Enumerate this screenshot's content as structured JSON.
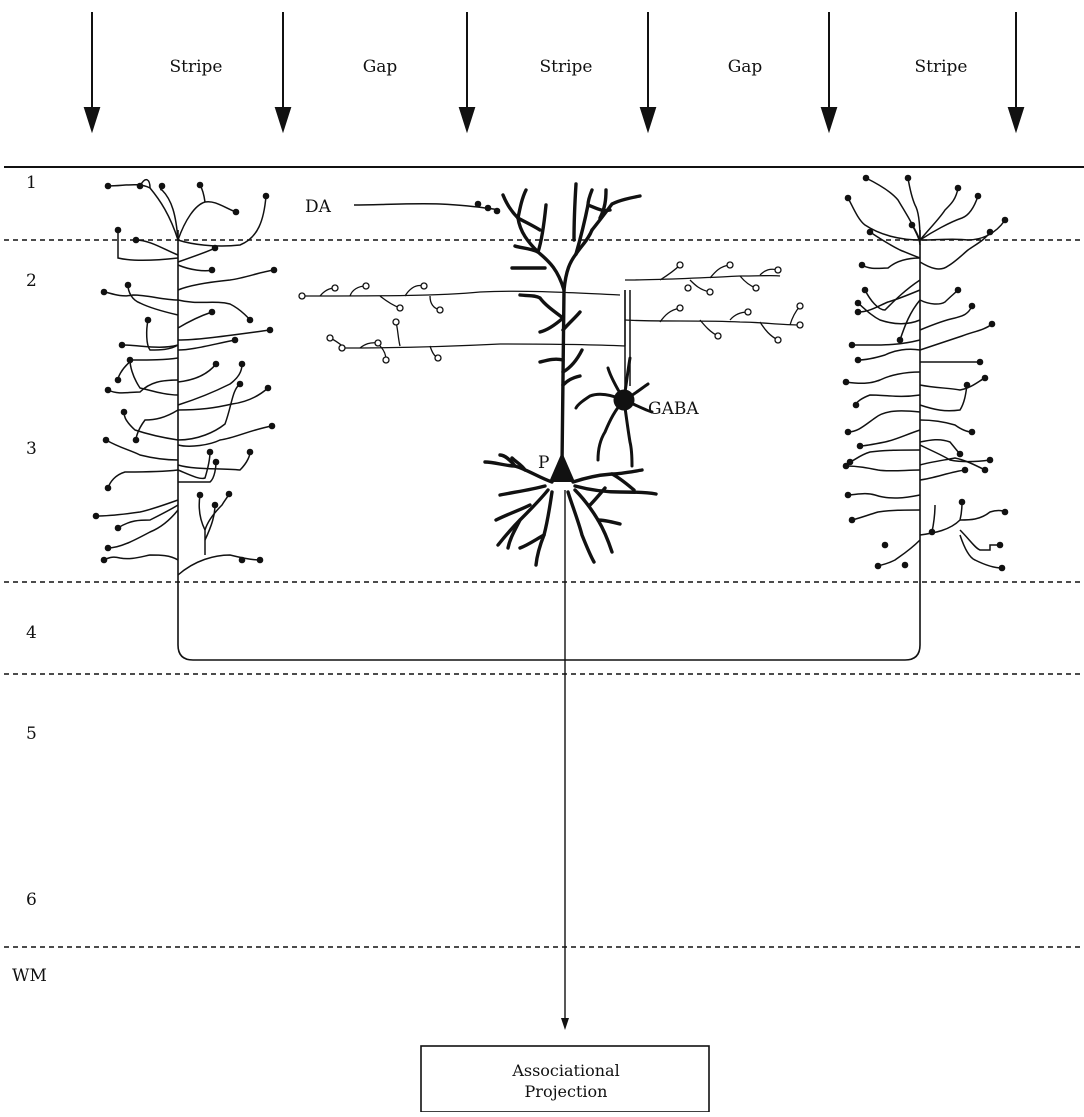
{
  "columns": [
    {
      "label": "Stripe"
    },
    {
      "label": "Gap"
    },
    {
      "label": "Stripe"
    },
    {
      "label": "Gap"
    },
    {
      "label": "Stripe"
    }
  ],
  "layers": [
    "1",
    "2",
    "3",
    "4",
    "5",
    "6",
    "WM"
  ],
  "cells": {
    "dopamine": "DA",
    "interneuron": "GABA",
    "pyramidal": "P"
  },
  "target": {
    "line1": "Associational",
    "line2": "Projection"
  }
}
